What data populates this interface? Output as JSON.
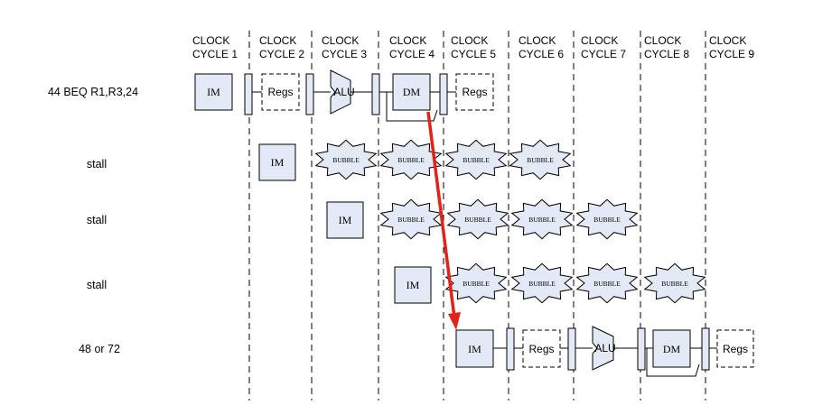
{
  "clock_cycles": [
    [
      "CLOCK",
      "CYCLE 1"
    ],
    [
      "CLOCK",
      "CYCLE 2"
    ],
    [
      "CLOCK",
      "CYCLE 3"
    ],
    [
      "CLOCK",
      "CYCLE 4"
    ],
    [
      "CLOCK",
      "CYCLE 5"
    ],
    [
      "CLOCK",
      "CYCLE 6"
    ],
    [
      "CLOCK",
      "CYCLE 7"
    ],
    [
      "CLOCK",
      "CYCLE 8"
    ],
    [
      "CLOCK",
      "CYCLE 9"
    ]
  ],
  "rows": [
    {
      "label": "44 BEQ R1,R3,24"
    },
    {
      "label": "stall"
    },
    {
      "label": "stall"
    },
    {
      "label": "stall"
    },
    {
      "label": "48 or 72"
    }
  ],
  "stages": {
    "im": "IM",
    "regs": "Regs",
    "alu": "ALU",
    "dm": "DM"
  },
  "bubble_label": "BUBBLE",
  "colors": {
    "stage_fill": "#e3e9f5",
    "arrow": "#e2231a",
    "line": "#000000"
  }
}
